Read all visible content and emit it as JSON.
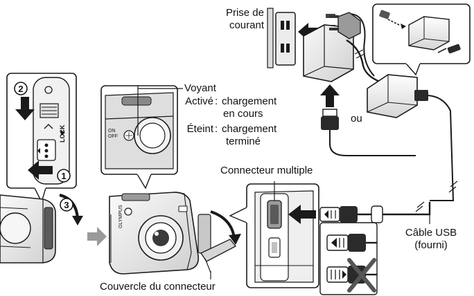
{
  "labels": {
    "outlet": [
      "Prise de",
      "courant"
    ],
    "indicator": "Voyant",
    "status_on_key": "Activé",
    "status_on_value": [
      "chargement",
      "en cours"
    ],
    "status_off_key": "Éteint",
    "status_off_value": [
      "chargement",
      "terminé"
    ],
    "separator": ":",
    "or": "ou",
    "multi_connector": "Connecteur multiple",
    "usb_cable": [
      "Câble USB",
      "(fourni)"
    ],
    "connector_cover": "Couvercle du connecteur"
  },
  "steps": [
    "1",
    "2",
    "3"
  ],
  "markings": {
    "lock": "LOCK",
    "switch": [
      "ON",
      "OFF"
    ],
    "brand": "OLYMPUS"
  },
  "colors": {
    "line": "#1a1a1a",
    "panel": "#f2f2f2",
    "shade": "#d8d8d8",
    "dark": "#3a3a3a",
    "arrow": "#1a1a1a",
    "grey_arrow": "#9a9a9a"
  }
}
